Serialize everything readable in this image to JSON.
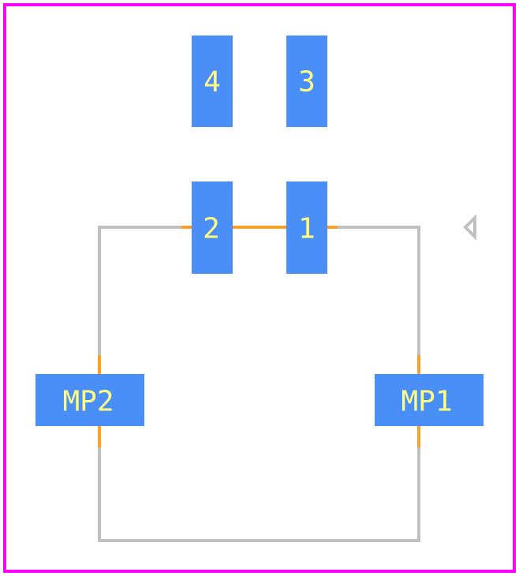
{
  "footprint": {
    "pads": [
      {
        "id": "pad-4",
        "label": "4"
      },
      {
        "id": "pad-3",
        "label": "3"
      },
      {
        "id": "pad-2",
        "label": "2"
      },
      {
        "id": "pad-1",
        "label": "1"
      },
      {
        "id": "pad-mp2",
        "label": "MP2"
      },
      {
        "id": "pad-mp1",
        "label": "MP1"
      }
    ]
  },
  "colors": {
    "courtyard": "#ff00ff",
    "pad_fill": "#4a8ff8",
    "pad_text": "#ffff80",
    "silkscreen": "#c0c0c0",
    "fab_layer": "#f8a028",
    "background": "#ffffff"
  }
}
